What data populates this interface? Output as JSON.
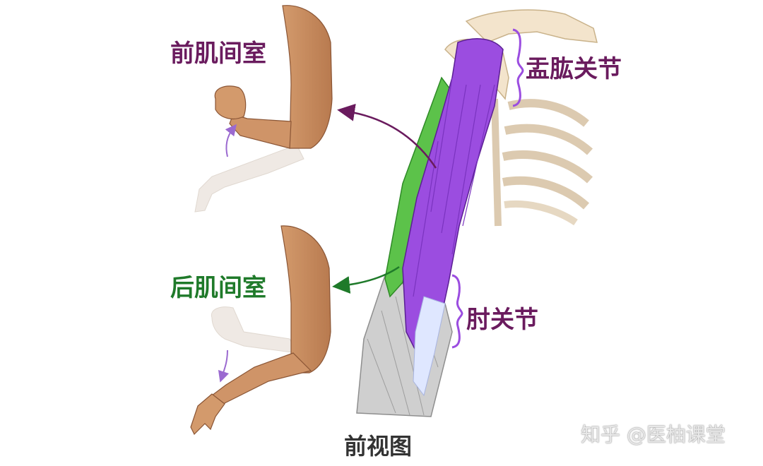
{
  "labels": {
    "anterior_compartment": "前肌间室",
    "posterior_compartment": "后肌间室",
    "glenohumeral_joint": "盂肱关节",
    "elbow_joint": "肘关节",
    "view": "前视图",
    "watermark": "知乎 @医柚课堂"
  },
  "colors": {
    "anterior": "#6a1b5e",
    "posterior": "#1f7a2a",
    "biceps": "#9b4de0",
    "triceps_green": "#5cc24a",
    "skin": "#c98b5e",
    "bone": "#f3e4cc",
    "forearm_muscle": "#cfcfcf"
  }
}
